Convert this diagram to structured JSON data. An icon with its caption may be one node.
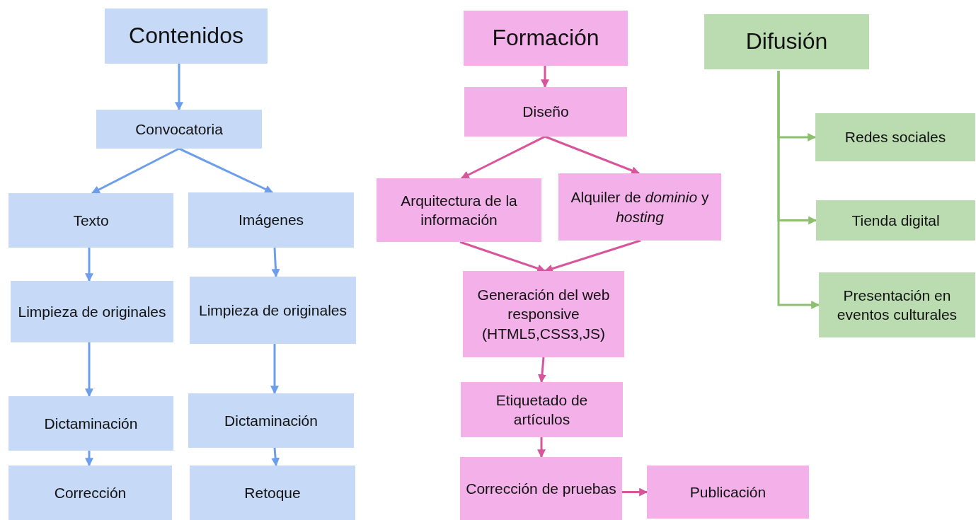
{
  "diagram": {
    "nodes": [
      {
        "text": [
          "Contenidos"
        ]
      },
      {
        "text": [
          "Convocatoria"
        ]
      },
      {
        "text": [
          "Texto"
        ]
      },
      {
        "text": [
          "Imágenes"
        ]
      },
      {
        "text": [
          "Limpieza de originales"
        ]
      },
      {
        "text": [
          "Limpieza de originales"
        ]
      },
      {
        "text": [
          "Dictaminación"
        ]
      },
      {
        "text": [
          "Dictaminación"
        ]
      },
      {
        "text": [
          "Corrección"
        ]
      },
      {
        "text": [
          "Retoque"
        ]
      },
      {
        "text": [
          "Formación"
        ]
      },
      {
        "text": [
          "Diseño"
        ]
      },
      {
        "text": [
          "Arquitectura de la información"
        ]
      },
      {
        "text": [
          "Alquiler de *dominio* y *hosting*"
        ]
      },
      {
        "text": [
          "Generación del web responsive (HTML5,CSS3,JS)"
        ]
      },
      {
        "text": [
          "Etiquetado de artículos"
        ]
      },
      {
        "text": [
          "Corrección de pruebas"
        ]
      },
      {
        "text": [
          "Publicación"
        ]
      },
      {
        "text": [
          "Difusión"
        ]
      },
      {
        "text": [
          "Redes sociales"
        ]
      },
      {
        "text": [
          "Tienda digital"
        ]
      },
      {
        "text": [
          "Presentación en eventos culturales"
        ]
      }
    ],
    "edges": [
      {
        "from": 0,
        "to": 1,
        "arrow": "to"
      },
      {
        "from": 1,
        "to": 2,
        "arrow": "to"
      },
      {
        "from": 1,
        "to": 3,
        "arrow": "to"
      },
      {
        "from": 2,
        "to": 4,
        "arrow": "to"
      },
      {
        "from": 4,
        "to": 6,
        "arrow": "to"
      },
      {
        "from": 6,
        "to": 8,
        "arrow": "to"
      },
      {
        "from": 3,
        "to": 5,
        "arrow": "to"
      },
      {
        "from": 5,
        "to": 7,
        "arrow": "to"
      },
      {
        "from": 7,
        "to": 9,
        "arrow": "to"
      },
      {
        "from": 10,
        "to": 11,
        "arrow": "to",
        "color": "#d9559b"
      },
      {
        "from": 11,
        "to": 12,
        "arrow": "to",
        "color": "#d9559b"
      },
      {
        "from": 11,
        "to": 13,
        "arrow": "to",
        "color": "#d9559b"
      },
      {
        "from": 12,
        "to": 14,
        "arrow": "to",
        "color": "#d9559b"
      },
      {
        "from": 13,
        "to": 14,
        "arrow": "to",
        "color": "#d9559b"
      },
      {
        "from": 14,
        "to": 15,
        "arrow": "to",
        "color": "#d9559b"
      },
      {
        "from": 15,
        "to": 16,
        "arrow": "to",
        "color": "#d9559b"
      },
      {
        "from": 16,
        "to": 17,
        "arrow": "to",
        "color": "#d9559b"
      },
      {
        "from": 18,
        "to": 19,
        "arrow": "to",
        "color": "#8cc06e"
      },
      {
        "from": 18,
        "to": 20,
        "arrow": "to",
        "color": "#8cc06e"
      },
      {
        "from": 18,
        "to": 21,
        "arrow": "to",
        "color": "#8cc06e"
      }
    ]
  }
}
